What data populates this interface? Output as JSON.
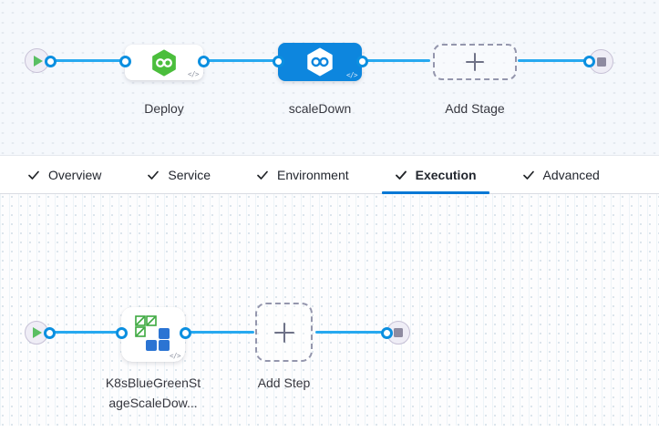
{
  "icons": {
    "code_badge": "</>",
    "play_icon_color": "#5abf63",
    "stop_icon_color": "#8e8aa0"
  },
  "colors": {
    "edge_blue": "#27a9f0",
    "port_blue": "#0b8fe0",
    "selected_node_blue": "#0d86de",
    "active_tab_underline": "#0278d5",
    "cd_hexagon_green": "#4bbe3c",
    "k8s_icon_green": "#3ca83f",
    "k8s_icon_blue": "#2b74d3"
  },
  "stage_pipeline": {
    "nodes": [
      {
        "label": "Deploy",
        "selected": false
      },
      {
        "label": "scaleDown",
        "selected": true
      },
      {
        "label": "Add Stage",
        "type": "add"
      }
    ]
  },
  "tabs": [
    {
      "label": "Overview",
      "checked": true,
      "active": false
    },
    {
      "label": "Service",
      "checked": true,
      "active": false
    },
    {
      "label": "Environment",
      "checked": true,
      "active": false
    },
    {
      "label": "Execution",
      "checked": true,
      "active": true
    },
    {
      "label": "Advanced",
      "checked": true,
      "active": false
    }
  ],
  "execution": {
    "step_name_line1": "K8sBlueGreenSt",
    "step_name_line2": "ageScaleDow...",
    "add_step_label": "Add Step"
  }
}
